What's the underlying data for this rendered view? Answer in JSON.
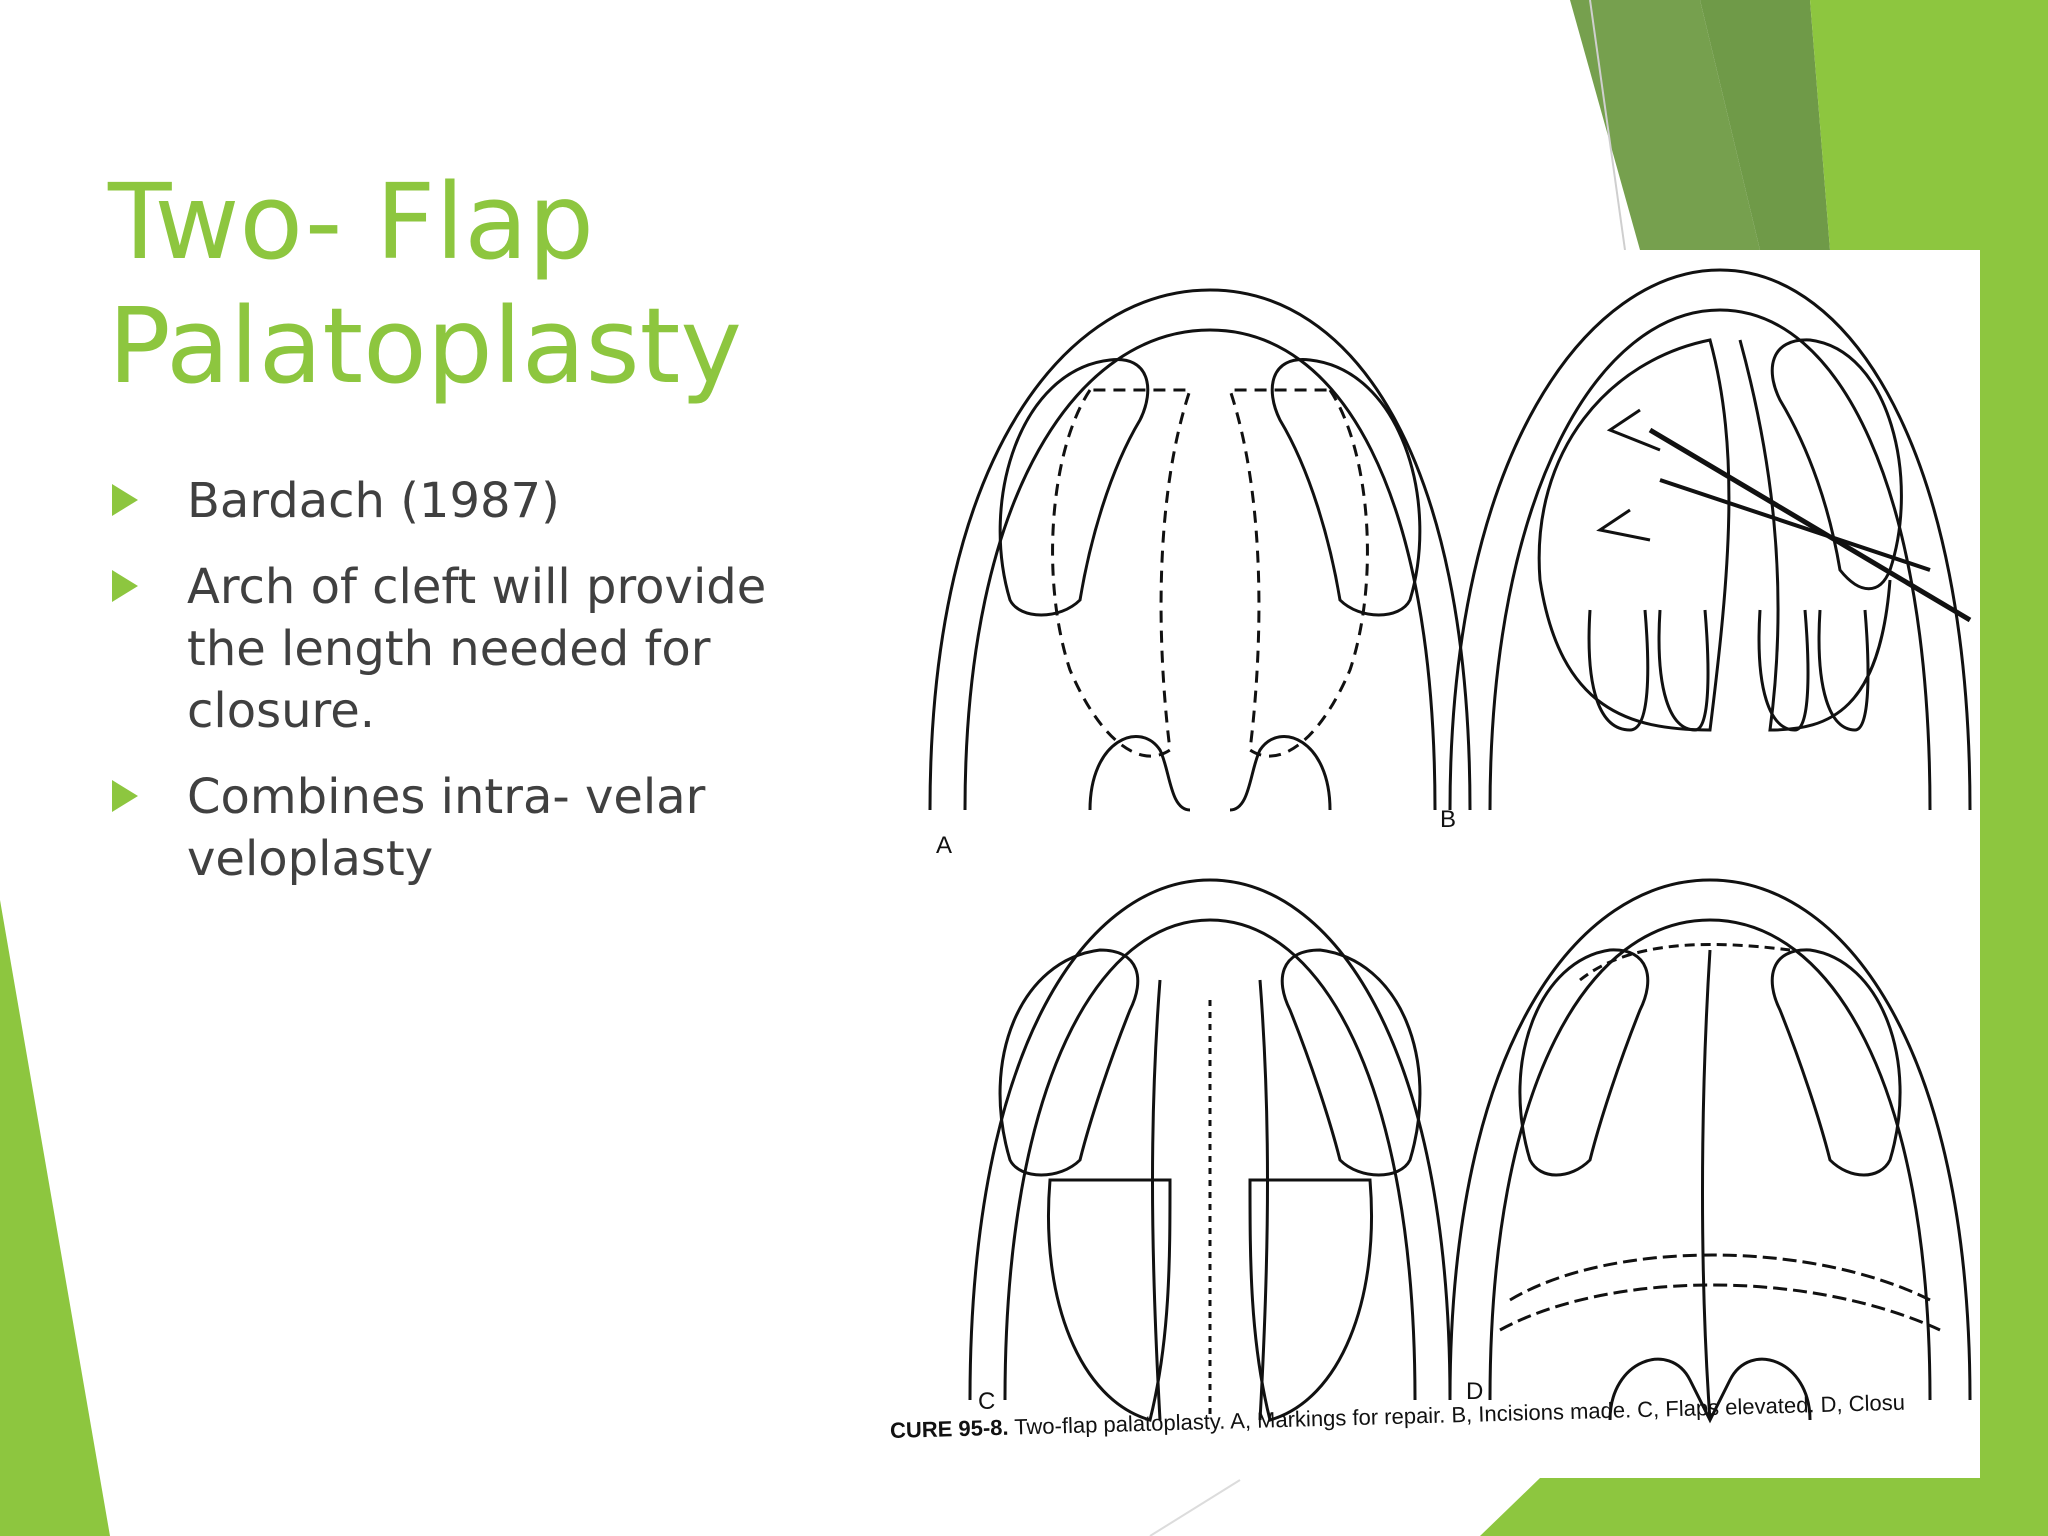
{
  "slide": {
    "title_line1": "Two- Flap",
    "title_line2": "Palatoplasty",
    "bullets": [
      {
        "text": "Bardach (1987)"
      },
      {
        "text": "Arch of cleft will provide the length needed for closure."
      },
      {
        "text": "Combines intra- velar veloplasty"
      }
    ]
  },
  "figure": {
    "panel_labels": [
      "A",
      "B",
      "C",
      "D"
    ],
    "caption_prefix": "CURE 95-8.",
    "caption_text": "Two-flap palatoplasty. A, Markings for repair. B, Incisions made. C, Flaps elevated. D, Closu"
  },
  "theme": {
    "accent": "#8dc63f",
    "accent_dark": "#76a04e",
    "text": "#404040"
  }
}
